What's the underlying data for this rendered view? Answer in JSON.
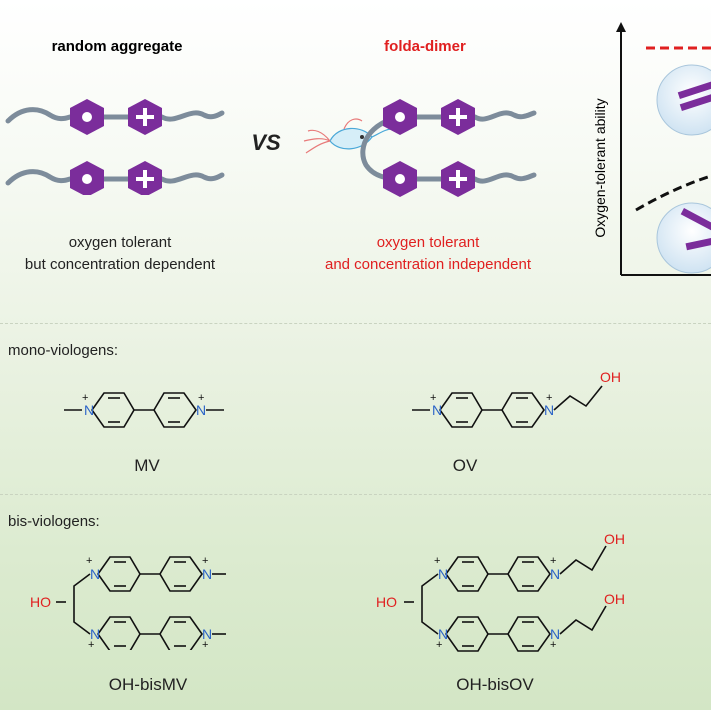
{
  "top": {
    "left_title": "random aggregate",
    "right_title": "folda-dimer",
    "vs": "VS",
    "left_desc": [
      "oxygen tolerant",
      "but concentration dependent"
    ],
    "right_desc": [
      "oxygen tolerant",
      "and concentration independent"
    ],
    "plus_symbol": "+",
    "graph_ylabel": "Oxygen-tolerant ability"
  },
  "mono": {
    "section_label": "mono-viologens:",
    "mol1_label": "MV",
    "mol2_label": "OV"
  },
  "bis": {
    "section_label": "bis-viologens:",
    "mol1_label": "OH-bisMV",
    "mol2_label": "OH-bisOV"
  },
  "atoms": {
    "n": "N",
    "oh": "OH",
    "ho": "HO",
    "plus": "+"
  },
  "colors": {
    "hexagon": "#7b2d9b",
    "chain": "#7d8c9b",
    "highlight_red": "#e02020",
    "nitrogen_blue": "#2c64c8",
    "oxygen_red": "#e02020"
  }
}
